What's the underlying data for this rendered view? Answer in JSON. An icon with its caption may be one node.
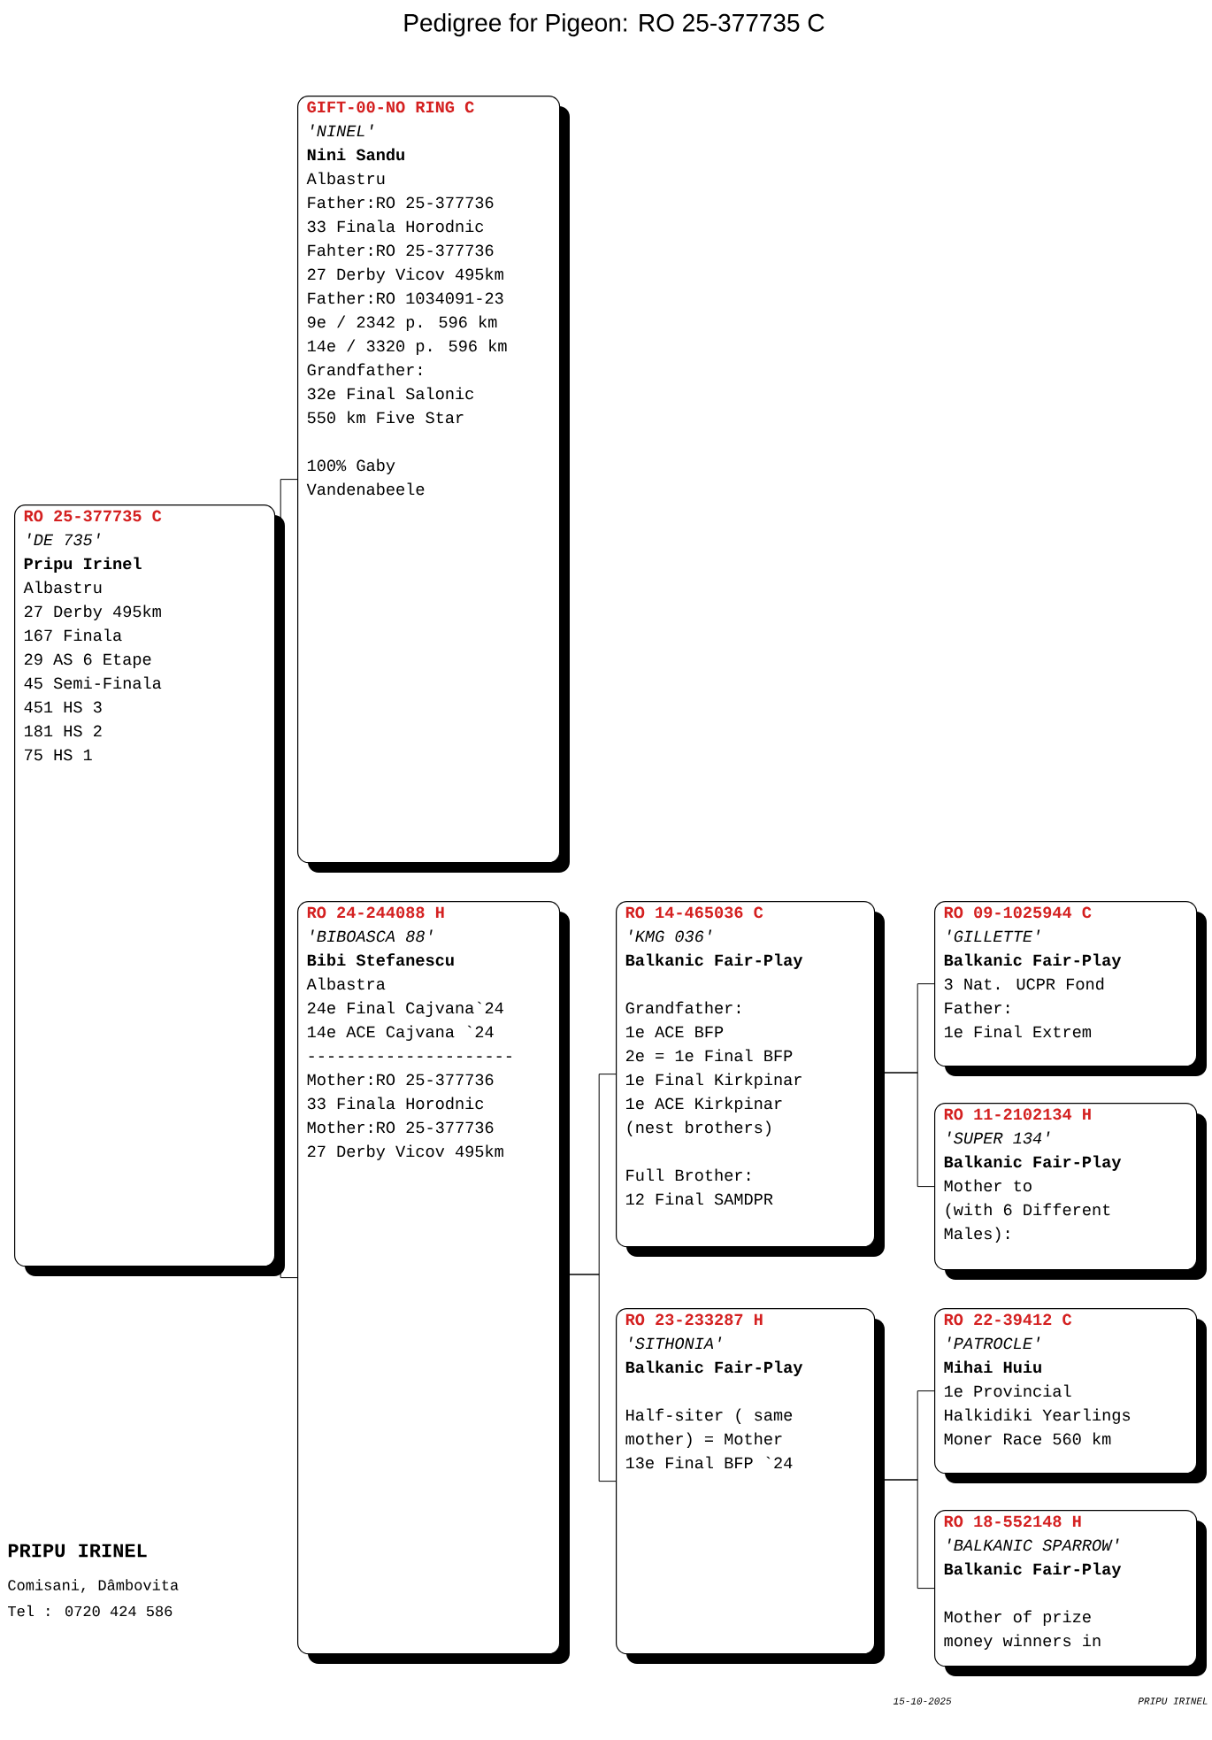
{
  "diagram": {
    "title": "Pedigree for Pigeon: RO  25-377735 C",
    "nodes": [
      {
        "text": [
          "RO  25-377735 C",
          "'DE 735'",
          "Pripu Irinel",
          "Albastru",
          "27 Derby 495km",
          "167 Finala",
          "29 AS 6 Etape",
          "45 Semi-Finala",
          "451 HS 3",
          "181 HS 2",
          "75 HS 1"
        ]
      },
      {
        "text": [
          "GIFT-00-NO RING C",
          "'NINEL'",
          "Nini Sandu",
          "Albastru",
          "Father:RO 25-377736",
          "33 Finala Horodnic",
          "Fahter:RO 25-377736",
          "27 Derby Vicov 495km",
          "Father:RO 1034091-23",
          "9e / 2342 p.  596 km",
          "14e / 3320 p. 596 km",
          "Grandfather:",
          "32e Final Salonic",
          "550 km Five Star",
          "100% Gaby",
          "Vandenabeele"
        ]
      },
      {
        "text": [
          "RO  24-244088 H",
          "'BIBOASCA 88'",
          "Bibi Stefanescu",
          "Albastra",
          "24e Final Cajvana`24",
          "14e ACE Cajvana `24",
          "---------------------",
          "Mother:RO 25-377736",
          "33 Finala Horodnic",
          "Mother:RO 25-377736",
          "27 Derby Vicov 495km"
        ]
      },
      {
        "text": [
          "RO  14-465036 C",
          "'KMG 036'",
          "Balkanic Fair-Play",
          "Grandfather:",
          "1e ACE BFP",
          "2e = 1e Final BFP",
          "1e Final Kirkpinar",
          "1e ACE Kirkpinar",
          "(nest brothers)",
          "Full Brother:",
          "12 Final SAMDPR"
        ]
      },
      {
        "text": [
          "RO  23-233287 H",
          "'SITHONIA'",
          "Balkanic Fair-Play",
          "Half-siter ( same",
          "mother) = Mother",
          "13e Final BFP `24"
        ]
      },
      {
        "text": [
          "RO  09-1025944 C",
          "'GILLETTE'",
          "Balkanic Fair-Play",
          "3 Nat. UCPR Fond",
          "Father:",
          "1e Final Extrem"
        ]
      },
      {
        "text": [
          "RO  11-2102134 H",
          "'SUPER 134'",
          "Balkanic Fair-Play",
          "Mother to",
          "(with 6 Different",
          "Males):"
        ]
      },
      {
        "text": [
          "RO  22-39412 C",
          "'PATROCLE'",
          "Mihai Huiu",
          "1e Provincial",
          "Halkidiki Yearlings",
          "Moner Race 560 km"
        ]
      },
      {
        "text": [
          "RO  18-552148 H",
          "'BALKANIC SPARROW'",
          "Balkanic Fair-Play",
          "Mother of prize",
          "money winners in"
        ]
      }
    ],
    "edges": [
      {
        "from": 0,
        "to": 1,
        "arrow": "none"
      },
      {
        "from": 0,
        "to": 2,
        "arrow": "none"
      },
      {
        "from": 2,
        "to": 3,
        "arrow": "none"
      },
      {
        "from": 2,
        "to": 4,
        "arrow": "none"
      },
      {
        "from": 3,
        "to": 5,
        "arrow": "none"
      },
      {
        "from": 3,
        "to": 6,
        "arrow": "none"
      },
      {
        "from": 4,
        "to": 7,
        "arrow": "none"
      },
      {
        "from": 4,
        "to": 8,
        "arrow": "none"
      }
    ],
    "labels": [
      "PRIPU IRINEL",
      "Comisani, Dâmbovita",
      "Tel : 0720 424 586",
      "15-10-2025",
      "PRIPU IRINEL"
    ]
  }
}
